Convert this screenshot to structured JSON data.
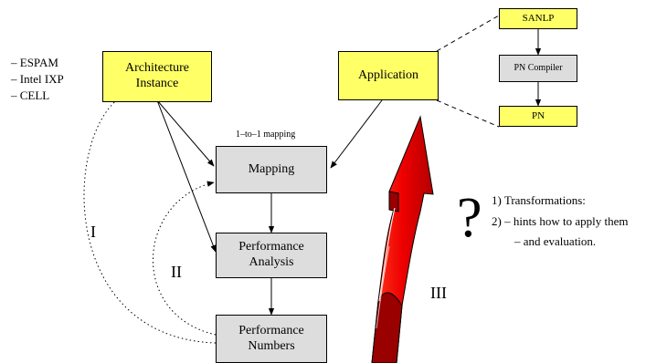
{
  "targets": [
    "– ESPAM",
    "– Intel IXP",
    "– CELL"
  ],
  "boxes": {
    "architecture": [
      "Architecture",
      "Instance"
    ],
    "application": "Application",
    "mapping": "Mapping",
    "performance_analysis": [
      "Performance",
      "Analysis"
    ],
    "performance_numbers": [
      "Performance",
      "Numbers"
    ],
    "sanlp": "SANLP",
    "pn_compiler": "PN Compiler",
    "pn": "PN"
  },
  "mapping_note": "1–to–1 mapping",
  "loops": {
    "one": "I",
    "two": "II",
    "three": "III"
  },
  "question_mark": "?",
  "notes": [
    "1) Transformations:",
    "2)  – hints how to apply them",
    "– and evaluation."
  ],
  "colors": {
    "yellow_box": "#ffff66",
    "grey_box": "#dddddd",
    "arrow_red": "#ee0000",
    "arrow_dark_red": "#990000"
  }
}
